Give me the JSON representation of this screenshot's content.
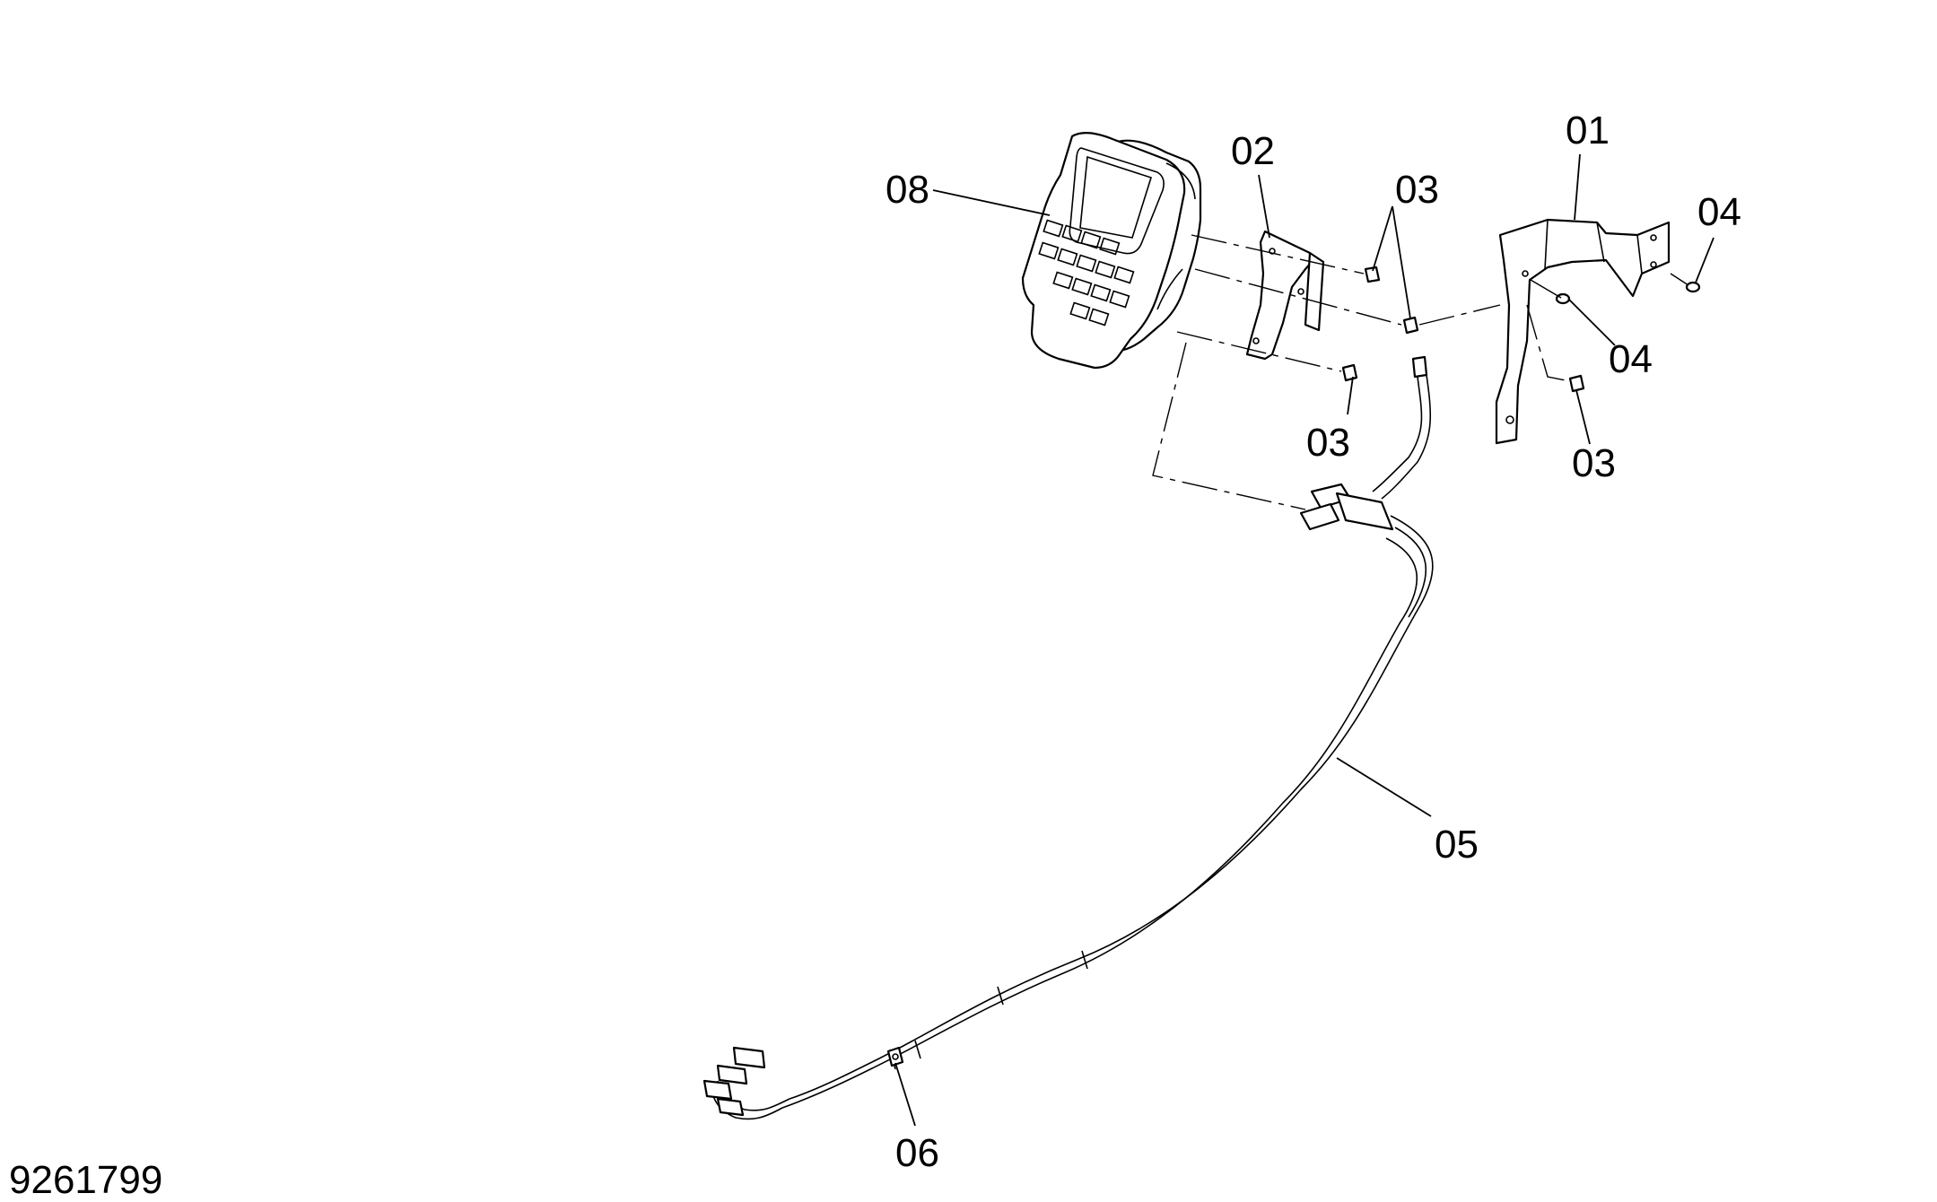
{
  "figure_id": "9261799",
  "callouts": {
    "c01": "01",
    "c02": "02",
    "c03a": "03",
    "c03b": "03",
    "c03c": "03",
    "c04a": "04",
    "c04b": "04",
    "c05": "05",
    "c06": "06",
    "c08": "08"
  }
}
